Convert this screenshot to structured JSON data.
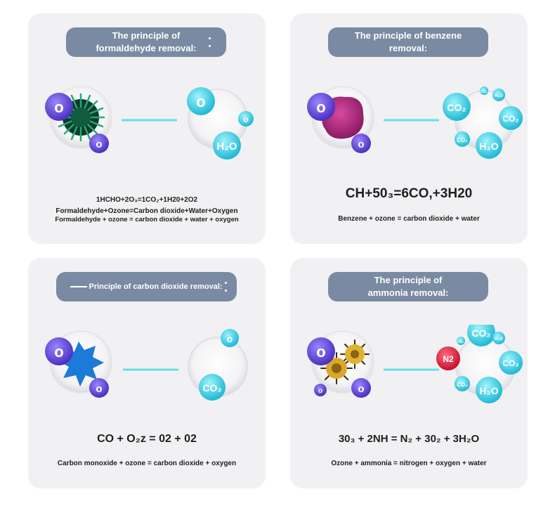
{
  "colors": {
    "card_bg": "#f1f1f3",
    "pill_bg": "#7a8aa2",
    "ozone_purple": "#6a4fd8",
    "molecule_cyan": "#3ccfe0",
    "connector_cyan": "#62e0e8",
    "nitrogen_red": "#e0243c"
  },
  "cards": [
    {
      "title_line1": "The principle of",
      "title_line2": "formaldehyde removal:",
      "pollutant_icon": "formaldehyde-virus-icon",
      "eq_formula": "1HCHO+2O₃=1CO₂+1H20+2O2",
      "eq_words1": "Formaldehyde+Ozone=Carbon dioxide+Water+Oxygen",
      "eq_words2": "Formaldehyde + ozone = carbon dioxide + water + oxygen",
      "products": {
        "h2o": "H₂O"
      }
    },
    {
      "title_line1": "The principle of benzene",
      "title_line2": "removal:",
      "pollutant_icon": "benzene-blob-icon",
      "eq_formula": "CH+50₃=6CO,+3H20",
      "eq_words": "Benzene + ozone = carbon dioxide + water",
      "products": {
        "co2": "CO₂",
        "h2o": "H₂O",
        "co2_small": "CO₂",
        "h2o_tiny": "H₂O",
        "co2_tiny": "CO₂"
      }
    },
    {
      "title": "Principle of carbon dioxide removal:",
      "pollutant_icon": "carbon-monoxide-splash-icon",
      "eq_formula": "CO + O₂z = 02 + 02",
      "eq_words": "Carbon monoxide + ozone = carbon dioxide + oxygen",
      "products": {
        "co2": "CO₂"
      }
    },
    {
      "title_line1": "The principle of",
      "title_line2": "ammonia removal:",
      "pollutant_icon": "ammonia-spores-icon",
      "eq_formula": "30₃ + 2NH = N₂ + 30₂ + 3H₂O",
      "eq_words": "Ozone + ammonia = nitrogen + oxygen + water",
      "products": {
        "n2": "N2",
        "co2": "CO₂",
        "h2o": "H₂O",
        "co2_small": "CO₂",
        "h2o_tiny": "H₂O",
        "co2_tiny": "CO₂"
      }
    }
  ]
}
